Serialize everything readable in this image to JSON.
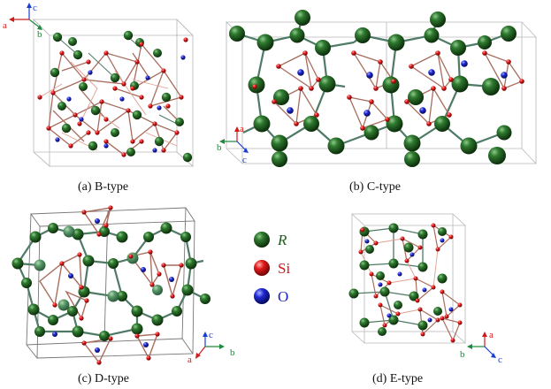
{
  "panels": [
    {
      "id": "b-type",
      "caption": "(a) B-type",
      "axes": [
        "a",
        "b",
        "c"
      ]
    },
    {
      "id": "c-type",
      "caption": "(b) C-type",
      "axes": [
        "a",
        "b",
        "c"
      ]
    },
    {
      "id": "d-type",
      "caption": "(c) D-type",
      "axes": [
        "a",
        "b",
        "c"
      ]
    },
    {
      "id": "e-type",
      "caption": "(d) E-type",
      "axes": [
        "a",
        "b",
        "c"
      ]
    }
  ],
  "legend": [
    {
      "label": "R",
      "italic": true,
      "color": "#1e5e1e"
    },
    {
      "label": "Si",
      "italic": false,
      "color": "#d61414"
    },
    {
      "label": "O",
      "italic": false,
      "color": "#1a22c8"
    }
  ],
  "colors": {
    "r_atom": "#1e5e1e",
    "si_atom": "#d61414",
    "o_atom": "#1a22c8",
    "bond_tetra": "#a86d5e",
    "bond_r": "#4f7a66",
    "cell": "#b8b8b8",
    "axis_a": "#d21a1a",
    "axis_b": "#1c8a3a",
    "axis_c": "#1a3fd0"
  }
}
